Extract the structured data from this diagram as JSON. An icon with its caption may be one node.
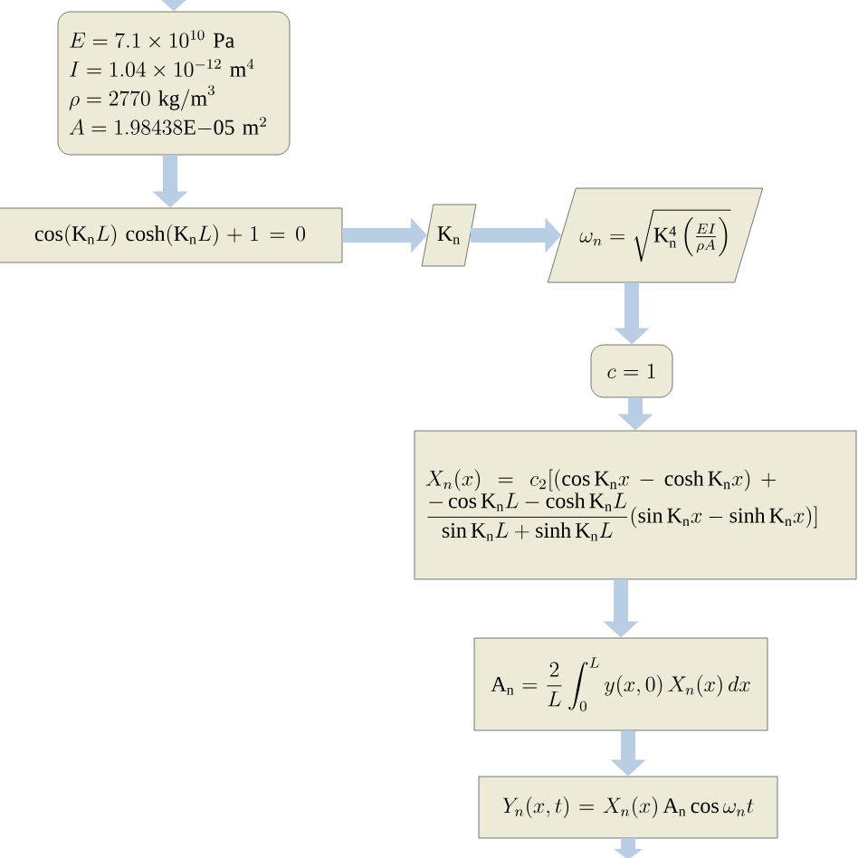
{
  "diagram": {
    "nodes": [
      {
        "text": [
          "E = 7.1 \\times 10^{10}\\ \\mathrm{Pa}",
          "I = 1.04 \\times 10^{-12}\\ \\mathrm{m}^4",
          "\\rho = 2770\\ \\mathrm{kg/m}^3",
          "A = 1.98438\\mathrm{E{-}05}\\ \\mathrm{m}^2"
        ]
      },
      {
        "text": [
          "\\cos(\\mathrm{K_n}L)\\,\\cosh(\\mathrm{K_n}L) + 1 = 0"
        ]
      },
      {
        "text": [
          "\\mathrm{K_n}"
        ]
      },
      {
        "text": [
          "\\omega_n = \\sqrt{\\mathrm{K_n^4}\\left(\\frac{EI}{\\rho A}\\right)}"
        ]
      },
      {
        "text": [
          "c = 1"
        ]
      },
      {
        "text": [
          "X_n(x) = c_2[(\\cos \\mathrm{K_n}x - \\cosh\\mathrm{K_n}x) + \\dfrac{-\\cos\\mathrm{K_n}L - \\cosh\\mathrm{K_n}L}{\\sin\\mathrm{K_n}L + \\sinh\\mathrm{K_n}L}(\\sin\\mathrm{K_n}x - \\sinh\\mathrm{K_n}x)]"
        ]
      },
      {
        "text": [
          "\\mathrm{A_n} = \\frac{2}{L}\\int_0^L y(x,0)\\,X_n(x)\\,dx"
        ]
      },
      {
        "text": [
          "Y_n(x,t) = X_n(x)\\,\\mathrm{A_n}\\cos\\omega_n t"
        ]
      }
    ],
    "edges": [
      {
        "from": null,
        "to": 0,
        "arrow": "to"
      },
      {
        "from": 0,
        "to": 1,
        "arrow": "to"
      },
      {
        "from": 1,
        "to": 2,
        "arrow": "to"
      },
      {
        "from": 2,
        "to": 3,
        "arrow": "to"
      },
      {
        "from": 3,
        "to": 4,
        "arrow": "to"
      },
      {
        "from": 4,
        "to": 5,
        "arrow": "to"
      },
      {
        "from": 5,
        "to": 6,
        "arrow": "to"
      },
      {
        "from": 6,
        "to": 7,
        "arrow": "to"
      },
      {
        "from": 7,
        "to": null,
        "arrow": "to"
      }
    ]
  }
}
